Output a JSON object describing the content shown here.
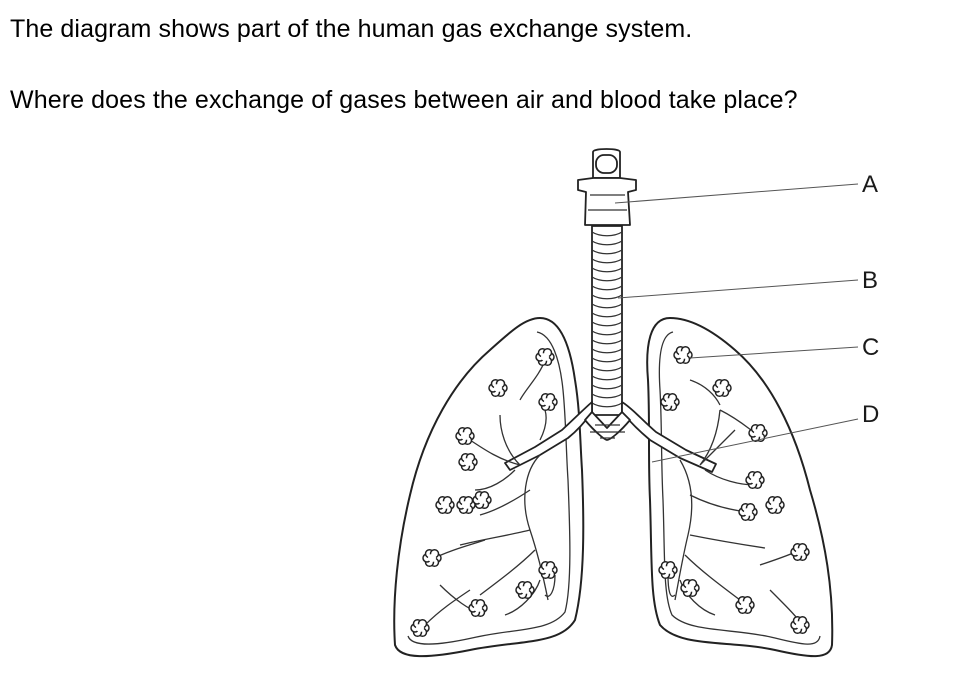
{
  "question": {
    "intro": "The diagram shows part of the human gas exchange system.",
    "prompt": "Where does the exchange of gases between air and blood take place?"
  },
  "diagram": {
    "labels": [
      "A",
      "B",
      "C",
      "D"
    ]
  }
}
